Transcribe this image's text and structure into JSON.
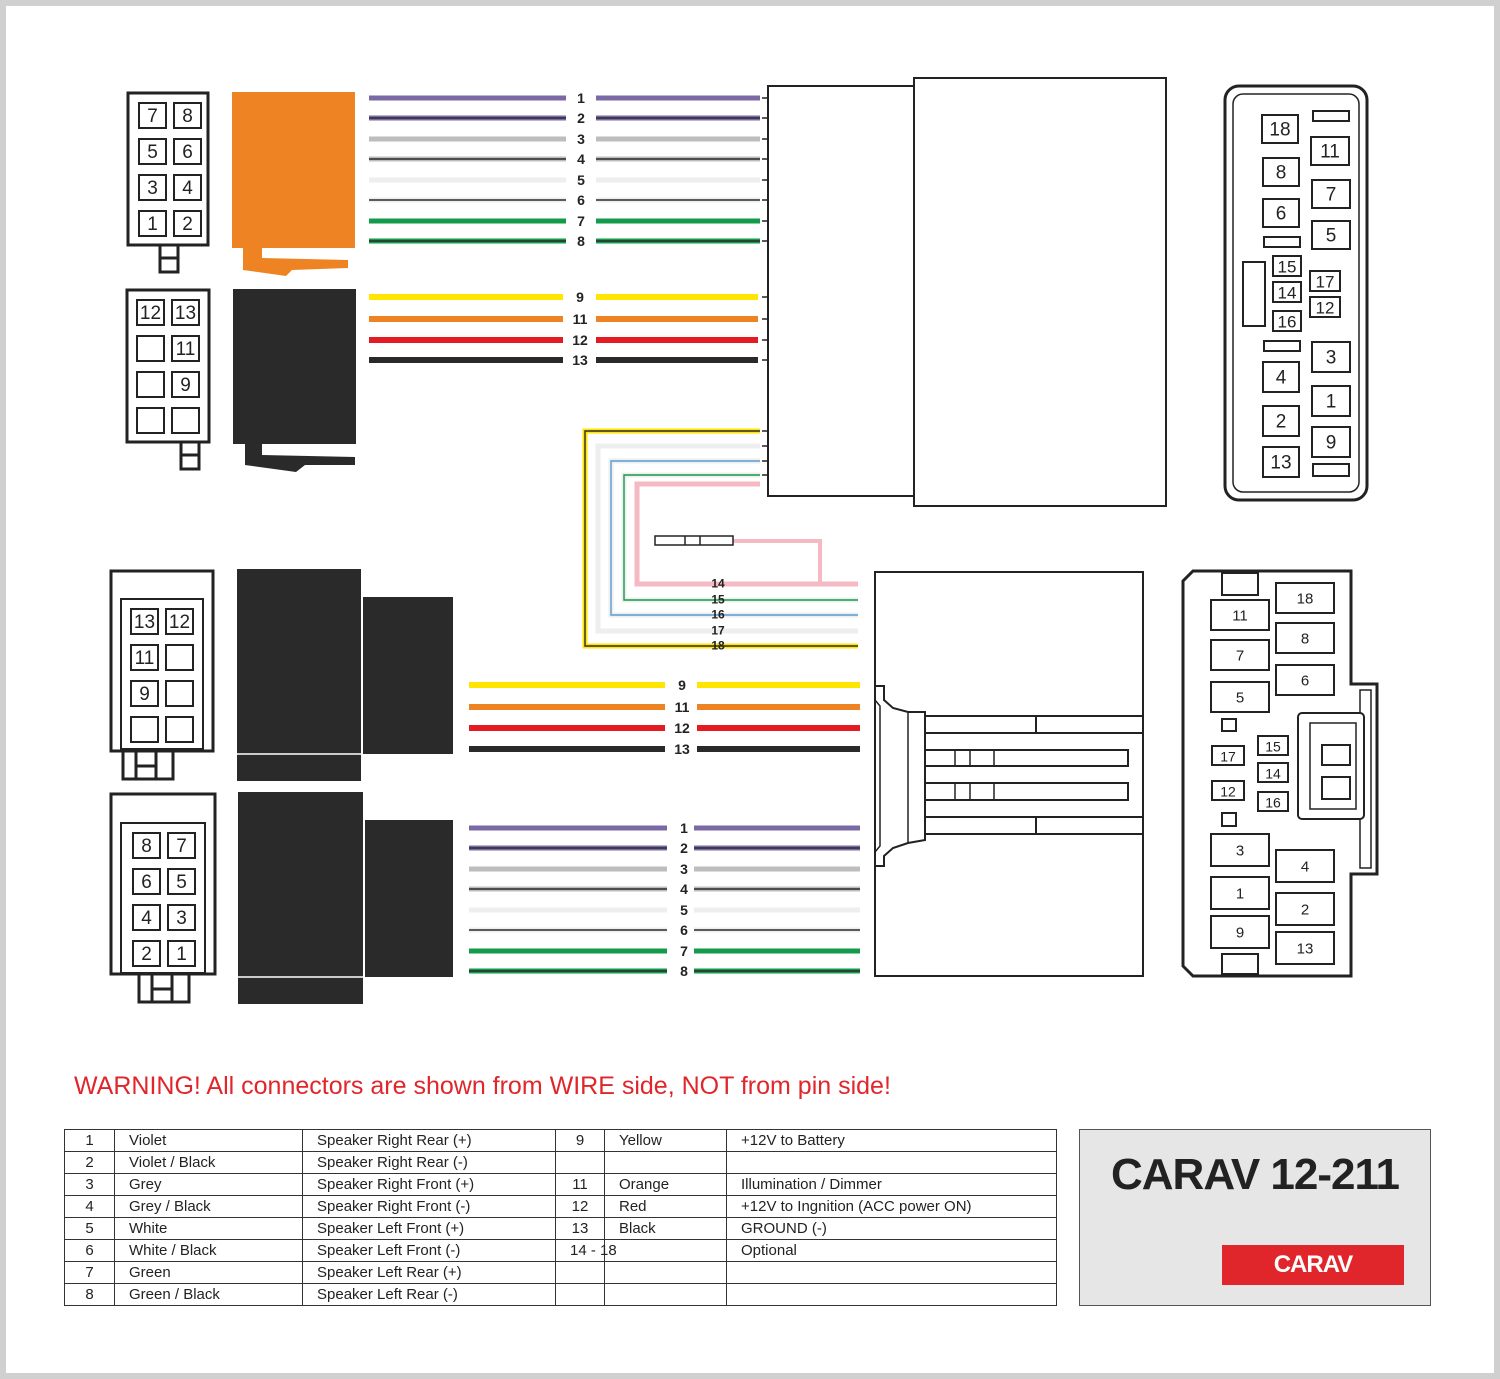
{
  "colors": {
    "violet": "#7b69a6",
    "grey": "#bdbdbd",
    "white_wire": "#eeeeee",
    "green": "#139a4a",
    "yellow": "#ffe500",
    "orange": "#ee8324",
    "red": "#e31c24",
    "black": "#2a2a2a",
    "pink": "#f4b9c2",
    "blue": "#5a9bd2",
    "warning": "#e0262b",
    "brand": "#e0262b"
  },
  "iso_plugs": {
    "speaker": {
      "pins": [
        "7",
        "8",
        "5",
        "6",
        "3",
        "4",
        "1",
        "2"
      ]
    },
    "power": {
      "pins": [
        "12",
        "13",
        "",
        "11",
        "",
        "9",
        "",
        ""
      ]
    }
  },
  "top_wires": {
    "speaker": [
      "1",
      "2",
      "3",
      "4",
      "5",
      "6",
      "7",
      "8"
    ],
    "power": [
      "9",
      "11",
      "12",
      "13"
    ],
    "optional": [
      "14",
      "15",
      "16",
      "17",
      "18"
    ]
  },
  "top_vehicle_plug": {
    "pins": [
      "18",
      "11",
      "8",
      "7",
      "6",
      "5",
      "15",
      "17",
      "14",
      "12",
      "16",
      "3",
      "4",
      "1",
      "2",
      "9",
      "13"
    ]
  },
  "bottom_plugs": {
    "power": {
      "pins": [
        "13",
        "12",
        "11",
        "",
        "9",
        "",
        "",
        ""
      ]
    },
    "speaker": {
      "pins": [
        "8",
        "7",
        "6",
        "5",
        "4",
        "3",
        "2",
        "1"
      ]
    }
  },
  "bottom_wires": {
    "optional": [
      "14",
      "15",
      "16",
      "17",
      "18"
    ],
    "power": [
      "9",
      "11",
      "12",
      "13"
    ],
    "speaker": [
      "1",
      "2",
      "3",
      "4",
      "5",
      "6",
      "7",
      "8"
    ]
  },
  "bottom_vehicle_plug": {
    "pins": [
      "18",
      "11",
      "8",
      "7",
      "6",
      "5",
      "15",
      "17",
      "14",
      "12",
      "16",
      "3",
      "4",
      "1",
      "2",
      "9",
      "13"
    ]
  },
  "warning": "WARNING! All connectors are shown from WIRE side, NOT from pin side!",
  "legend": {
    "rows": [
      [
        "1",
        "Violet",
        "Speaker Right Rear (+)",
        "9",
        "Yellow",
        "+12V to Battery"
      ],
      [
        "2",
        "Violet / Black",
        "Speaker Right Rear (-)",
        "",
        "",
        ""
      ],
      [
        "3",
        "Grey",
        "Speaker Right Front (+)",
        "11",
        "Orange",
        "Illumination / Dimmer"
      ],
      [
        "4",
        "Grey / Black",
        "Speaker Right Front (-)",
        "12",
        "Red",
        "+12V to Ingnition (ACC power ON)"
      ],
      [
        "5",
        "White",
        "Speaker Left Front (+)",
        "13",
        "Black",
        "GROUND (-)"
      ],
      [
        "6",
        "White / Black",
        "Speaker Left Front (-)",
        "14 - 18",
        "",
        "Optional"
      ],
      [
        "7",
        "Green",
        "Speaker Left Rear (+)",
        "",
        "",
        ""
      ],
      [
        "8",
        "Green / Black",
        "Speaker Left Rear (-)",
        "",
        "",
        ""
      ]
    ]
  },
  "brand": {
    "model": "CARAV 12-211",
    "logo": "CARAV"
  }
}
